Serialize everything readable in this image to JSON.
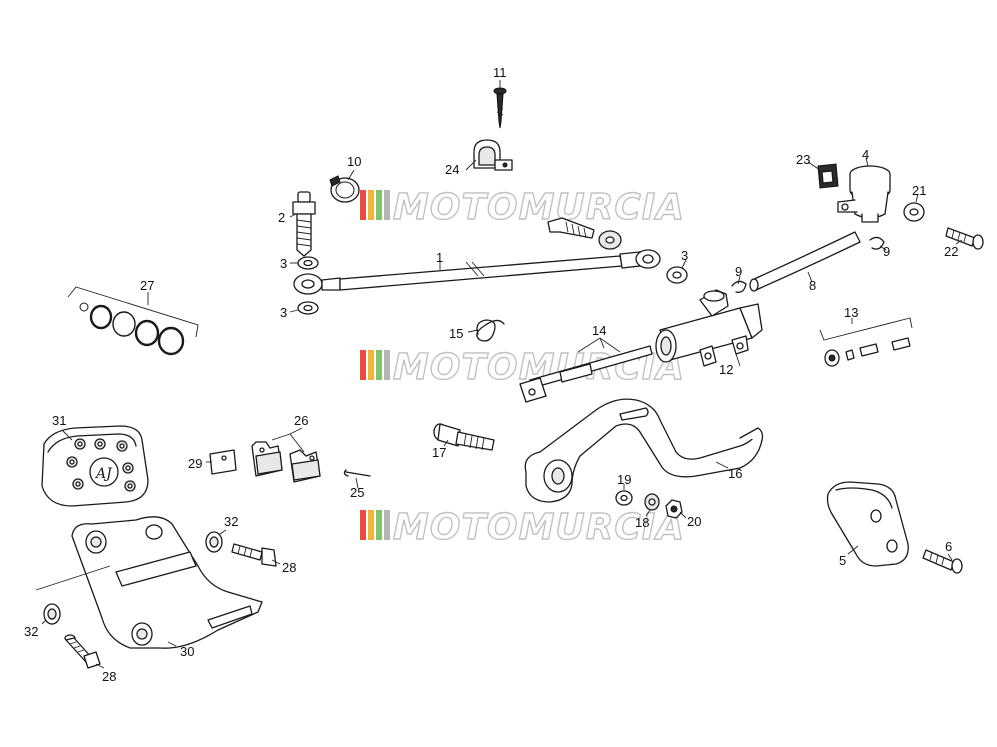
{
  "diagram": {
    "callouts": [
      "11",
      "10",
      "24",
      "2",
      "3",
      "1",
      "3",
      "3",
      "23",
      "4",
      "21",
      "9",
      "22",
      "9",
      "8",
      "27",
      "15",
      "14",
      "12",
      "13",
      "31",
      "26",
      "29",
      "17",
      "16",
      "25",
      "19",
      "18",
      "20",
      "32",
      "28",
      "5",
      "6",
      "32",
      "30",
      "28"
    ],
    "watermark": "MOTOMURCIA",
    "watermark_colors": [
      "#e94b3c",
      "#f2b43c",
      "#7fc36b",
      "#b5b5b5"
    ]
  }
}
